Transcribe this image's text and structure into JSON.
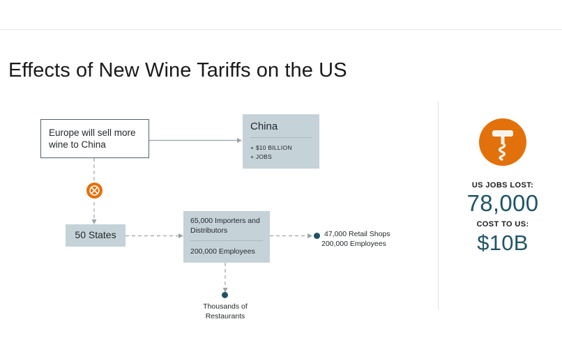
{
  "header": {
    "title": "Effects of New Wine Tariffs on the US"
  },
  "diagram": {
    "europe_box": {
      "text": "Europe will sell more wine to China"
    },
    "china_box": {
      "heading": "China",
      "detail_1": "+ $10 BILLION",
      "detail_2": "+ JOBS"
    },
    "states_box": {
      "label": "50 States"
    },
    "importers_box": {
      "line_1": "65,000 Importers and Distributors",
      "line_2": "200,000 Employees"
    },
    "retail_node": {
      "line_1": "47,000 Retail Shops",
      "line_2": "200,000 Employees"
    },
    "restaurants_node": {
      "line_1": "Thousands of",
      "line_2": "Restaurants"
    },
    "blocker": {
      "icon": "blocked-circle-x-icon"
    },
    "connectors": [
      {
        "name": "europe-to-china",
        "style": "solid-arrow"
      },
      {
        "name": "europe-to-states",
        "style": "dashed-arrow"
      },
      {
        "name": "states-to-importers",
        "style": "dashed-arrow"
      },
      {
        "name": "importers-to-retail",
        "style": "dashed-arrow"
      },
      {
        "name": "importers-to-restaurants",
        "style": "dashed-arrow"
      }
    ]
  },
  "stats": {
    "icon": "corkscrew-icon",
    "jobs_label": "US JOBS LOST:",
    "jobs_value": "78,000",
    "cost_label": "COST TO US:",
    "cost_value": "$10B"
  },
  "colors": {
    "accent_orange": "#e2710b",
    "accent_teal": "#205567",
    "box_fill": "#c5d2d8",
    "box_outline": "#4f636b",
    "connector_gray": "#9aa3a8",
    "divider_gray": "#e0e2e4"
  }
}
